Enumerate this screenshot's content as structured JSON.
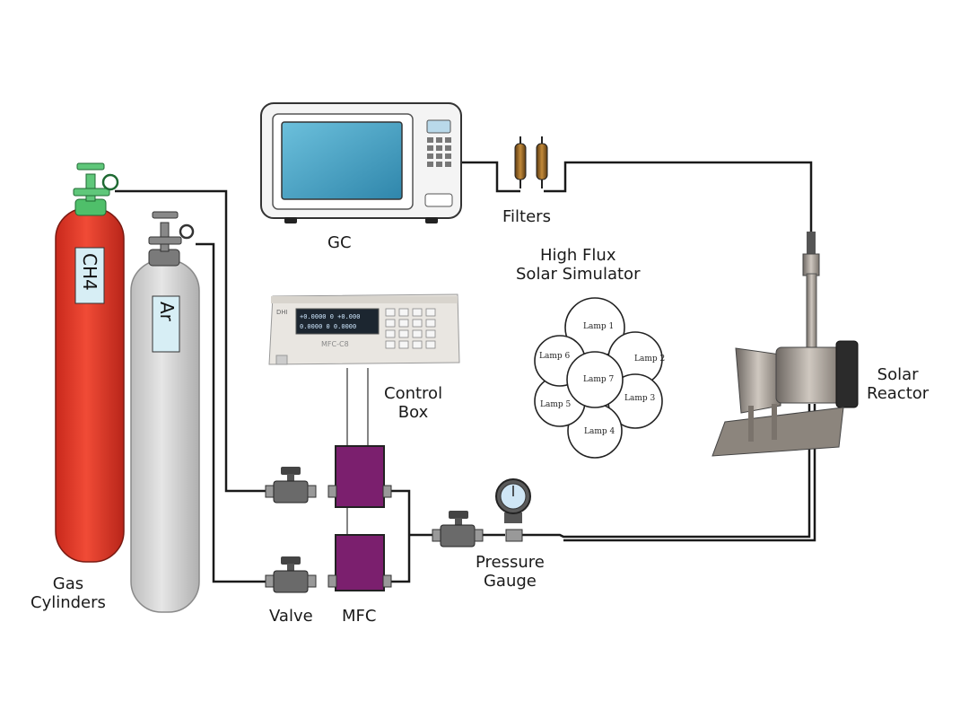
{
  "labels": {
    "gc": "GC",
    "filters": "Filters",
    "solar_simulator": [
      "High Flux",
      "Solar Simulator"
    ],
    "solar_reactor": [
      "Solar",
      "Reactor"
    ],
    "control_box": [
      "Control",
      "Box"
    ],
    "gas_cylinders": [
      "Gas",
      "Cylinders"
    ],
    "valve": "Valve",
    "mfc": "MFC",
    "pressure_gauge": [
      "Pressure",
      "Gauge"
    ]
  },
  "cylinders": [
    {
      "gas": "CH4",
      "color": "#e8402f"
    },
    {
      "gas": "Ar",
      "color": "#d8d8d8"
    }
  ],
  "lamps": [
    "Lamp 1",
    "Lamp 2",
    "Lamp 3",
    "Lamp 4",
    "Lamp 5",
    "Lamp 6",
    "Lamp 7"
  ],
  "control_box_display": {
    "brand": "DHI",
    "model": "MFC-C8",
    "row1": "+0.0000 0   +0.000",
    "row2": "0.0000 0   0.0000"
  },
  "colors": {
    "mfc": "#7b1f6e",
    "tube": "#1a1a1a",
    "valve": "#6a6a6a",
    "gc_screen": "#4aa6c9",
    "filter": "#8a5a1c"
  }
}
